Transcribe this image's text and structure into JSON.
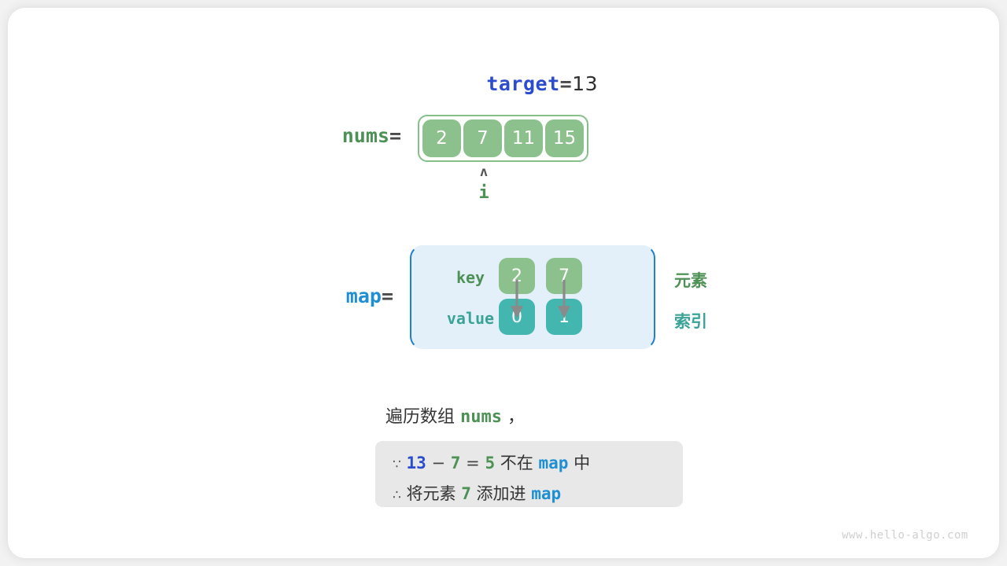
{
  "watermark": "www.hello-algo.com",
  "target": {
    "name": "target",
    "equals": "=",
    "value": "13"
  },
  "nums": {
    "name": "nums",
    "equals": "=",
    "cells": [
      "2",
      "7",
      "11",
      "15"
    ],
    "pointer": {
      "caret": "ʌ",
      "label": "i",
      "index": 1
    }
  },
  "map": {
    "name": "map",
    "equals": "=",
    "key_label": "key",
    "value_label": "value",
    "keys": [
      "2",
      "7"
    ],
    "values": [
      "0",
      "1"
    ],
    "legend": {
      "element": "元素",
      "index": "索引"
    }
  },
  "caption": {
    "prefix": "遍历数组 ",
    "keyword": "nums",
    "suffix": " ，"
  },
  "note": {
    "line1": {
      "symbol": "∵",
      "a": "13",
      "minus": "−",
      "b": "7",
      "eq": "=",
      "result": "5",
      "text_mid": "不在",
      "map": "map",
      "text_end": "中"
    },
    "line2": {
      "symbol": "∴",
      "text_start": "将元素",
      "element": "7",
      "text_mid": "添加进",
      "map": "map"
    }
  },
  "colors": {
    "green": "#4d9155",
    "cell_green": "#8cc08c",
    "teal": "#44b6b0",
    "blue_dark": "#2b4ccf",
    "blue_light": "#1f8fd4",
    "map_bg": "#e3f0fa",
    "note_bg": "#e8e8e8"
  }
}
